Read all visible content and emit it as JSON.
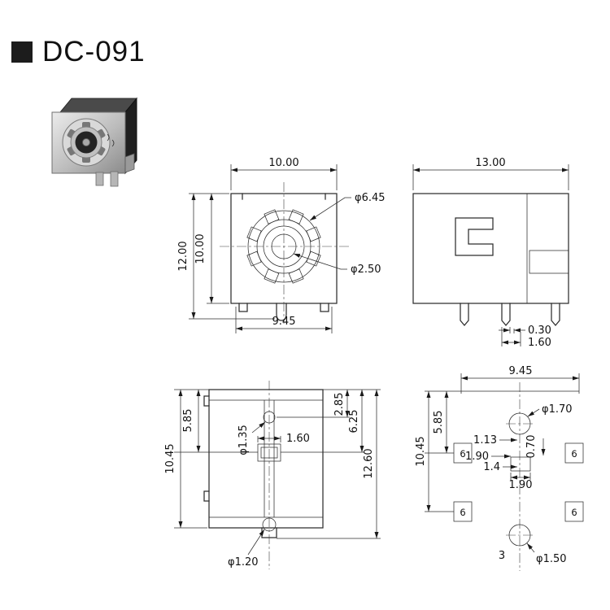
{
  "page": {
    "title": "DC-091"
  },
  "views": {
    "front": {
      "top_width": "10.00",
      "height_outer": "12.00",
      "height_inner": "10.00",
      "bottom_width": "9.45",
      "outer_diameter": "φ6.45",
      "inner_diameter": "φ2.50"
    },
    "side": {
      "top_width": "13.00",
      "pin_thickness": "0.30",
      "pin_width": "1.60"
    },
    "bottom": {
      "left_upper": "5.85",
      "left_total": "10.45",
      "right_top": "2.85",
      "right_mid": "6.25",
      "right_total": "12.60",
      "hole_top_diameter": "φ1.35",
      "slot_width": "1.60",
      "hole_bottom_diameter": "φ1.20"
    },
    "footprint": {
      "top_width": "9.45",
      "left_upper": "5.85",
      "left_total": "10.45",
      "offset_x": "1.13",
      "offset_y": "0.70",
      "slot_top": "1.90",
      "slot_mid": "1.4",
      "slot_bottom": "1.90",
      "hole_top_diameter": "φ1.70",
      "hole_bottom_diameter": "φ1.50",
      "pin_number": "3",
      "pad_label": "6"
    }
  }
}
